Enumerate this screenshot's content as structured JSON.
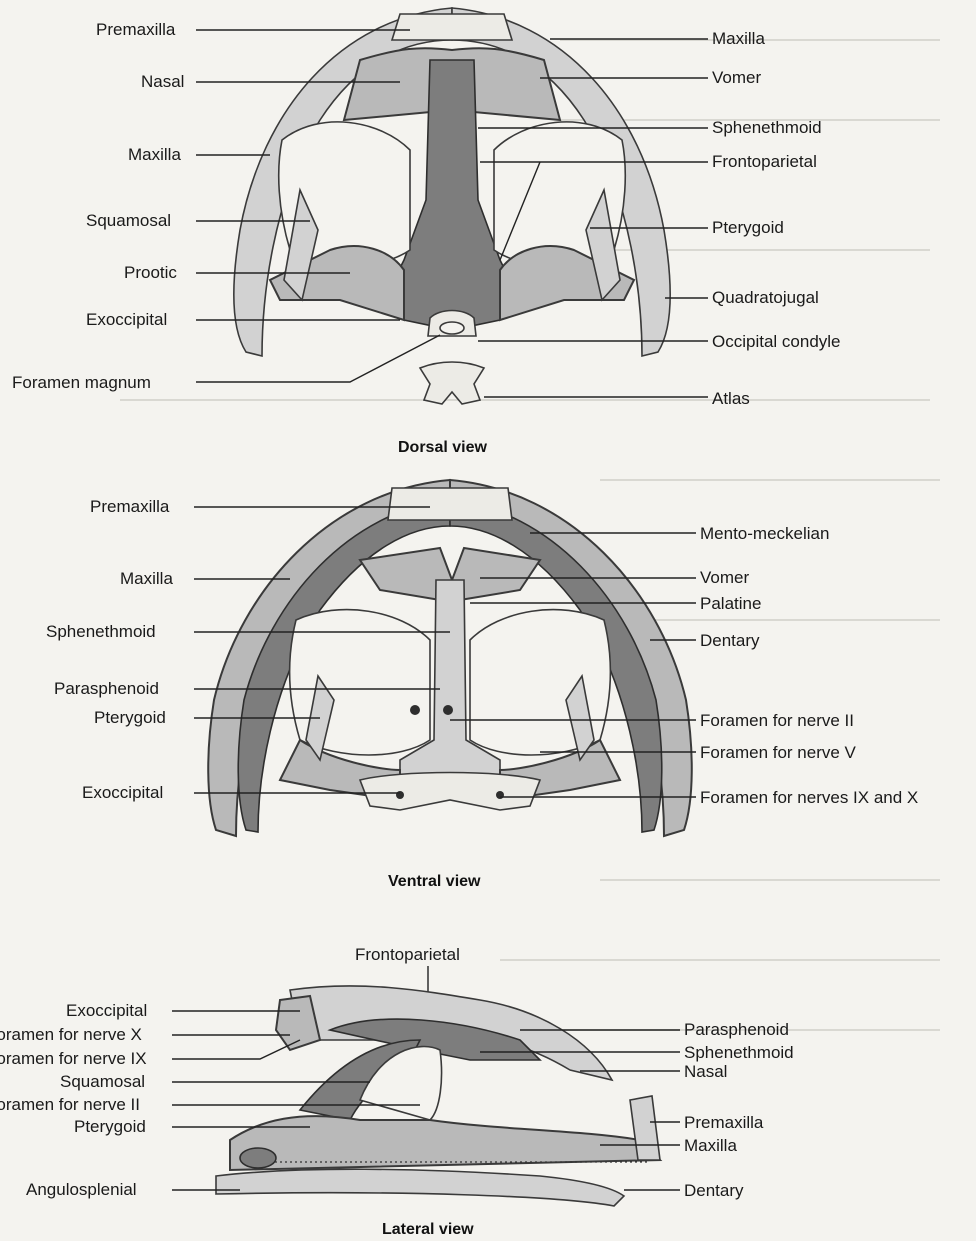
{
  "dorsal": {
    "caption": "Dorsal view",
    "left_labels": [
      "Premaxilla",
      "Nasal",
      "Maxilla",
      "Squamosal",
      "Prootic",
      "Exoccipital",
      "Foramen magnum"
    ],
    "right_labels": [
      "Maxilla",
      "Vomer",
      "Sphenethmoid",
      "Frontoparietal",
      "Pterygoid",
      "Quadratojugal",
      "Occipital condyle",
      "Atlas"
    ]
  },
  "ventral": {
    "caption": "Ventral view",
    "left_labels": [
      "Premaxilla",
      "Maxilla",
      "Sphenethmoid",
      "Parasphenoid",
      "Pterygoid",
      "Exoccipital"
    ],
    "right_labels": [
      "Mento-meckelian",
      "Vomer",
      "Palatine",
      "Dentary",
      "Foramen for nerve II",
      "Foramen for nerve V",
      "Foramen for nerves IX and X"
    ]
  },
  "lateral": {
    "caption": "Lateral view",
    "top_label": "Frontoparietal",
    "left_labels": [
      "Exoccipital",
      "Foramen for nerve X",
      "Foramen for nerve IX",
      "Squamosal",
      "Foramen for nerve II",
      "Pterygoid",
      "Angulosplenial"
    ],
    "right_labels": [
      "Parasphenoid",
      "Sphenethmoid",
      "Nasal",
      "Premaxilla",
      "Maxilla",
      "Dentary"
    ]
  },
  "colors": {
    "light_bone": "#d2d2d2",
    "mid_bone": "#b9b9b9",
    "dark_bone": "#7d7d7d",
    "background": "#f4f3ef"
  }
}
